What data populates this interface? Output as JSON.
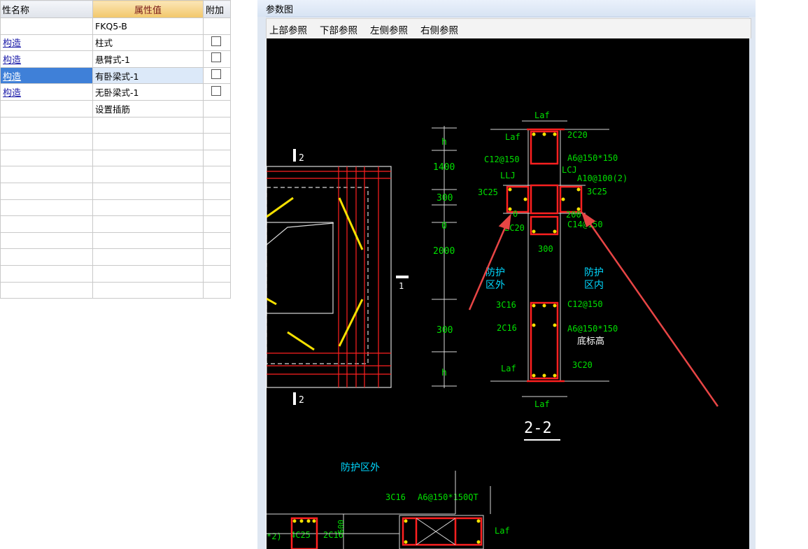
{
  "property_table": {
    "headers": {
      "name": "性名称",
      "value": "属性值",
      "extra": "附加"
    },
    "rows": [
      {
        "name": "",
        "value": "FKQ5-B",
        "checkbox": false,
        "selected": false
      },
      {
        "name": "构造",
        "value": "柱式",
        "checkbox": true,
        "selected": false
      },
      {
        "name": "构造",
        "value": "悬臂式-1",
        "checkbox": true,
        "selected": false
      },
      {
        "name": "构造",
        "value": "有卧梁式-1",
        "checkbox": true,
        "selected": true
      },
      {
        "name": "构造",
        "value": "无卧梁式-1",
        "checkbox": true,
        "selected": false
      },
      {
        "name": "",
        "value": "设置插筋",
        "checkbox": false,
        "selected": false
      }
    ],
    "empty_rows": 11
  },
  "param_window": {
    "title": "参数图",
    "ref_buttons": [
      "上部参照",
      "下部参照",
      "左侧参照",
      "右侧参照"
    ]
  },
  "drawing": {
    "section_marks": {
      "top": "2",
      "bottom": "2",
      "side": "1"
    },
    "dimensions": [
      "h",
      "1400",
      "300",
      "0",
      "2000",
      "300",
      "h"
    ],
    "labels": {
      "laf": "Laf",
      "c20_top": "2C20",
      "c12_150_left": "C12@150",
      "a6_top": "A6@150*150",
      "llj": "LLJ",
      "lcj": "LCJ",
      "a10": "A10@100(2)",
      "c25_left": "3C25",
      "c25_right": "3C25",
      "dim_0": "0",
      "dim_200": "200",
      "c14": "C14@150",
      "c20_mid": "2C20",
      "dim_300": "300",
      "protect_out": "防护\n区外",
      "protect_in": "防护\n区内",
      "c16_3": "3C16",
      "c12_150_right": "C12@150",
      "c16_2": "2C16",
      "a6_bottom": "A6@150*150",
      "base_elev": "底标高",
      "c20_bottom": "3C20",
      "section_name": "2-2",
      "protect_out_lower": "防护区外",
      "c25_4": "4C25",
      "c16_2b": "2C16",
      "c16_3b": "3C16",
      "a6_qt": "A6@150*150QT",
      "dim_500": "500",
      "star2": "*2)"
    }
  },
  "colors": {
    "cad_bg": "#000000",
    "rebar": "#ff2020",
    "dim_text": "#00e000",
    "cyan_text": "#00d8ff",
    "annotation_arrow": "#e84545",
    "yellow": "#f5e000"
  }
}
